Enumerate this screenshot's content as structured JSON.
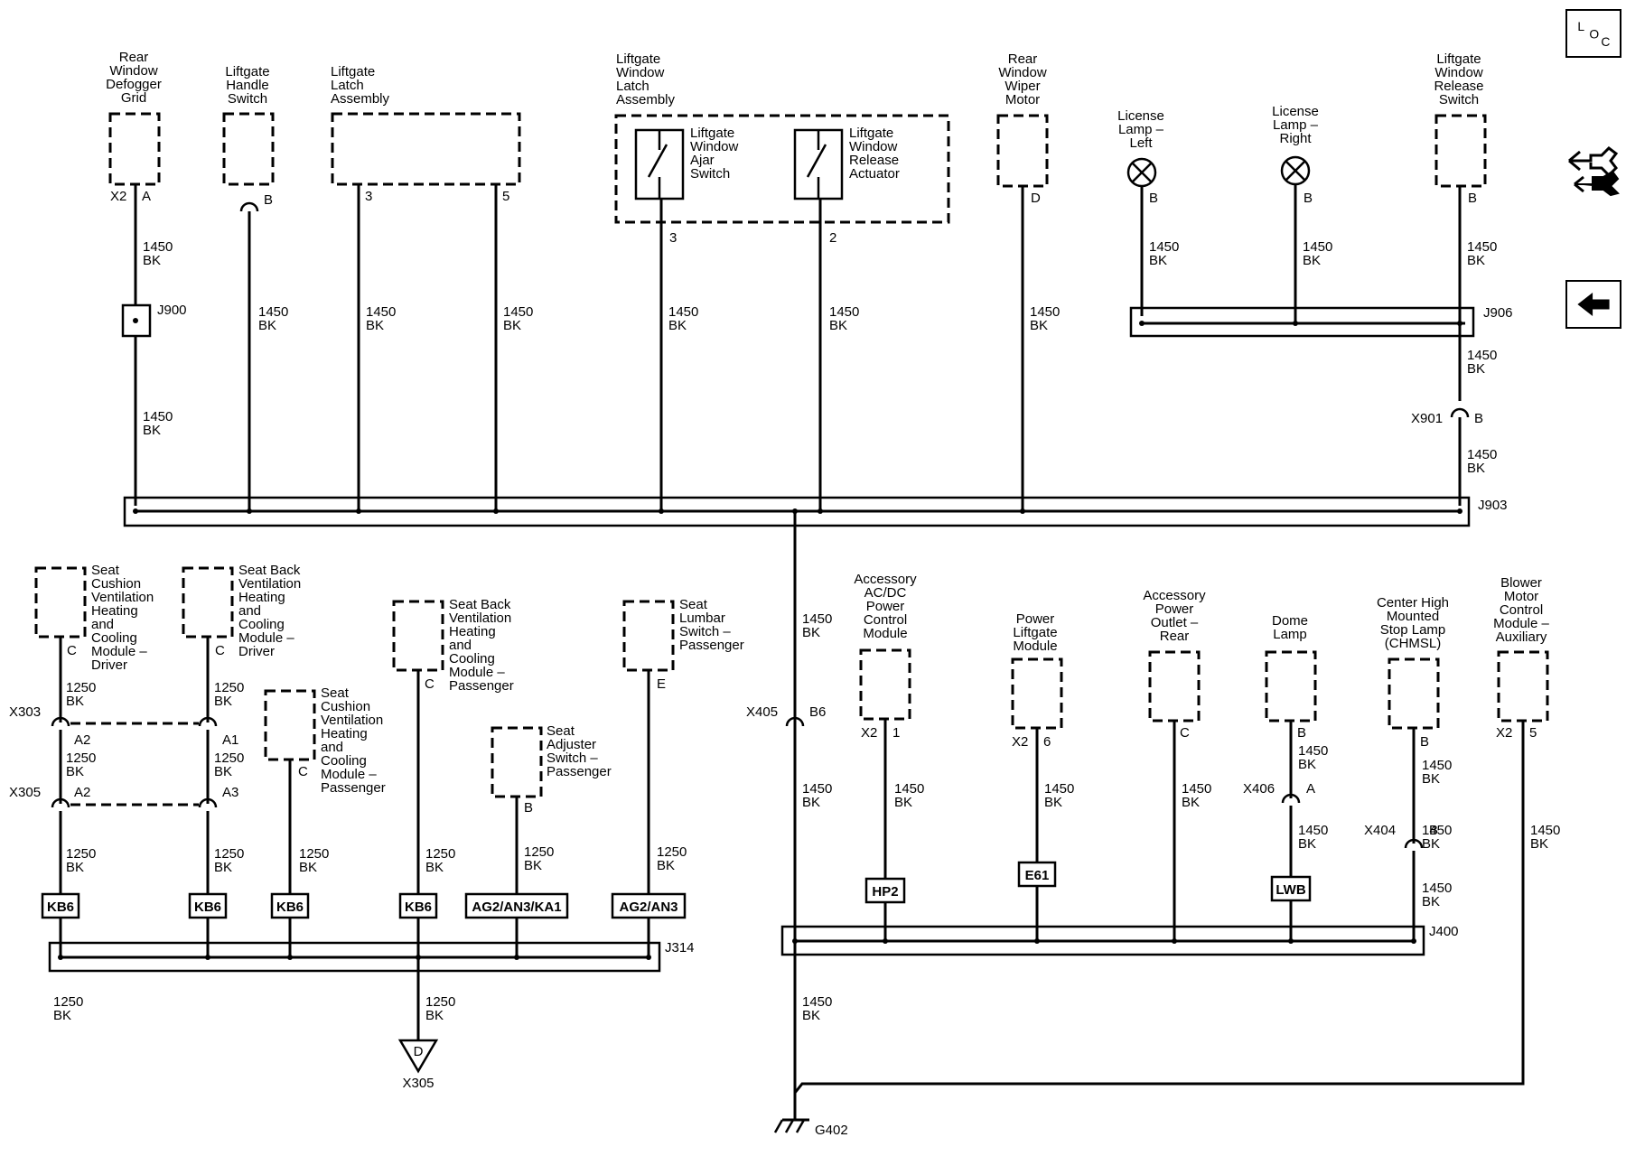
{
  "components": [
    {
      "id": "rear-window-defogger-grid",
      "name": "Rear\nWindow\nDefogger\nGrid",
      "kind": "dashed-box"
    },
    {
      "id": "liftgate-handle-switch",
      "name": "Liftgate\nHandle\nSwitch",
      "kind": "dashed-box"
    },
    {
      "id": "liftgate-latch-assembly",
      "name": "Liftgate\nLatch\nAssembly",
      "kind": "dashed-box"
    },
    {
      "id": "liftgate-window-latch-assembly",
      "name": "Liftgate\nWindow\nLatch\nAssembly",
      "kind": "dashed-box"
    },
    {
      "id": "liftgate-window-ajar-switch",
      "name": "Liftgate\nWindow\nAjar\nSwitch",
      "kind": "switch"
    },
    {
      "id": "liftgate-window-release-actuator",
      "name": "Liftgate\nWindow\nRelease\nActuator",
      "kind": "switch"
    },
    {
      "id": "rear-window-wiper-motor",
      "name": "Rear\nWindow\nWiper\nMotor",
      "kind": "dashed-box"
    },
    {
      "id": "license-lamp-left",
      "name": "License\nLamp –\nLeft",
      "kind": "lamp"
    },
    {
      "id": "license-lamp-right",
      "name": "License\nLamp –\nRight",
      "kind": "lamp"
    },
    {
      "id": "liftgate-window-release-switch",
      "name": "Liftgate\nWindow\nRelease\nSwitch",
      "kind": "dashed-box"
    },
    {
      "id": "seat-cushion-vent-driver",
      "name": "Seat\nCushion\nVentilation\nHeating\nand\nCooling\nModule –\nDriver",
      "kind": "dashed-box"
    },
    {
      "id": "seat-back-vent-driver",
      "name": "Seat Back\nVentilation\nHeating\nand\nCooling\nModule –\nDriver",
      "kind": "dashed-box"
    },
    {
      "id": "seat-cushion-vent-passenger",
      "name": "Seat\nCushion\nVentilation\nHeating\nand\nCooling\nModule –\nPassenger",
      "kind": "dashed-box"
    },
    {
      "id": "seat-back-vent-passenger",
      "name": "Seat Back\nVentilation\nHeating\nand\nCooling\nModule –\nPassenger",
      "kind": "dashed-box"
    },
    {
      "id": "seat-adjuster-switch-passenger",
      "name": "Seat\nAdjuster\nSwitch –\nPassenger",
      "kind": "dashed-box"
    },
    {
      "id": "seat-lumbar-switch-passenger",
      "name": "Seat\nLumbar\nSwitch –\nPassenger",
      "kind": "dashed-box"
    },
    {
      "id": "accessory-acdc-power-control-module",
      "name": "Accessory\nAC/DC\nPower\nControl\nModule",
      "kind": "dashed-box"
    },
    {
      "id": "power-liftgate-module",
      "name": "Power\nLiftgate\nModule",
      "kind": "dashed-box"
    },
    {
      "id": "accessory-power-outlet-rear",
      "name": "Accessory\nPower\nOutlet –\nRear",
      "kind": "dashed-box"
    },
    {
      "id": "dome-lamp",
      "name": "Dome\nLamp",
      "kind": "dashed-box"
    },
    {
      "id": "chmsl",
      "name": "Center High\nMounted\nStop Lamp\n(CHMSL)",
      "kind": "dashed-box"
    },
    {
      "id": "blower-motor-control-module-aux",
      "name": "Blower\nMotor\nControl\nModule –\nAuxiliary",
      "kind": "dashed-box"
    }
  ],
  "pins": [
    {
      "text": "X2"
    },
    {
      "text": "A"
    },
    {
      "text": "B"
    },
    {
      "text": "3"
    },
    {
      "text": "5"
    },
    {
      "text": "3"
    },
    {
      "text": "2"
    },
    {
      "text": "D"
    },
    {
      "text": "B"
    },
    {
      "text": "B"
    },
    {
      "text": "B"
    },
    {
      "text": "C"
    },
    {
      "text": "C"
    },
    {
      "text": "C"
    },
    {
      "text": "C"
    },
    {
      "text": "B"
    },
    {
      "text": "E"
    },
    {
      "text": "X2"
    },
    {
      "text": "1"
    },
    {
      "text": "X2"
    },
    {
      "text": "6"
    },
    {
      "text": "C"
    },
    {
      "text": "B"
    },
    {
      "text": "B"
    },
    {
      "text": "X2"
    },
    {
      "text": "5"
    }
  ],
  "wire_labels": [
    {
      "text": "1450\nBK"
    },
    {
      "text": "1450\nBK"
    },
    {
      "text": "1450\nBK"
    },
    {
      "text": "1450\nBK"
    },
    {
      "text": "1450\nBK"
    },
    {
      "text": "1450\nBK"
    },
    {
      "text": "1450\nBK"
    },
    {
      "text": "1450\nBK"
    },
    {
      "text": "1450\nBK"
    },
    {
      "text": "1450\nBK"
    },
    {
      "text": "1450\nBK"
    },
    {
      "text": "1450\nBK"
    },
    {
      "text": "1450\nBK"
    },
    {
      "text": "1250\nBK"
    },
    {
      "text": "1250\nBK"
    },
    {
      "text": "1250\nBK"
    },
    {
      "text": "1250\nBK"
    },
    {
      "text": "1250\nBK"
    },
    {
      "text": "1250\nBK"
    },
    {
      "text": "1250\nBK"
    },
    {
      "text": "1250\nBK"
    },
    {
      "text": "1250\nBK"
    },
    {
      "text": "1250\nBK"
    },
    {
      "text": "1250\nBK"
    },
    {
      "text": "1250\nBK"
    },
    {
      "text": "1450\nBK"
    },
    {
      "text": "1450\nBK"
    },
    {
      "text": "1450\nBK"
    },
    {
      "text": "1450\nBK"
    },
    {
      "text": "1450\nBK"
    },
    {
      "text": "1450\nBK"
    },
    {
      "text": "1450\nBK"
    },
    {
      "text": "1450\nBK"
    },
    {
      "text": "1450\nBK"
    },
    {
      "text": "1450\nBK"
    },
    {
      "text": "1450\nBK"
    },
    {
      "text": "1450\nBK"
    }
  ],
  "connectors": [
    {
      "text": "X303"
    },
    {
      "text": "A2"
    },
    {
      "text": "A1"
    },
    {
      "text": "X305"
    },
    {
      "text": "A2"
    },
    {
      "text": "A3"
    },
    {
      "text": "X405"
    },
    {
      "text": "B6"
    },
    {
      "text": "X406"
    },
    {
      "text": "A"
    },
    {
      "text": "X404"
    },
    {
      "text": "B"
    },
    {
      "text": "X901"
    },
    {
      "text": "B"
    },
    {
      "text": "X305"
    }
  ],
  "splices": [
    {
      "text": "J900"
    },
    {
      "text": "J906"
    },
    {
      "text": "J903"
    },
    {
      "text": "J314"
    },
    {
      "text": "J400"
    }
  ],
  "option_codes": [
    {
      "text": "KB6"
    },
    {
      "text": "KB6"
    },
    {
      "text": "KB6"
    },
    {
      "text": "KB6"
    },
    {
      "text": "AG2/AN3/KA1"
    },
    {
      "text": "AG2/AN3"
    },
    {
      "text": "HP2"
    },
    {
      "text": "E61"
    },
    {
      "text": "LWB"
    }
  ],
  "grounds": [
    {
      "text": "G402"
    },
    {
      "text": "D"
    }
  ],
  "nav": {
    "loc_letters": [
      "L",
      "O",
      "C"
    ],
    "buttons": [
      {
        "icon": "loc-icon"
      },
      {
        "icon": "connector-icon"
      },
      {
        "icon": "back-arrow-icon"
      }
    ]
  }
}
